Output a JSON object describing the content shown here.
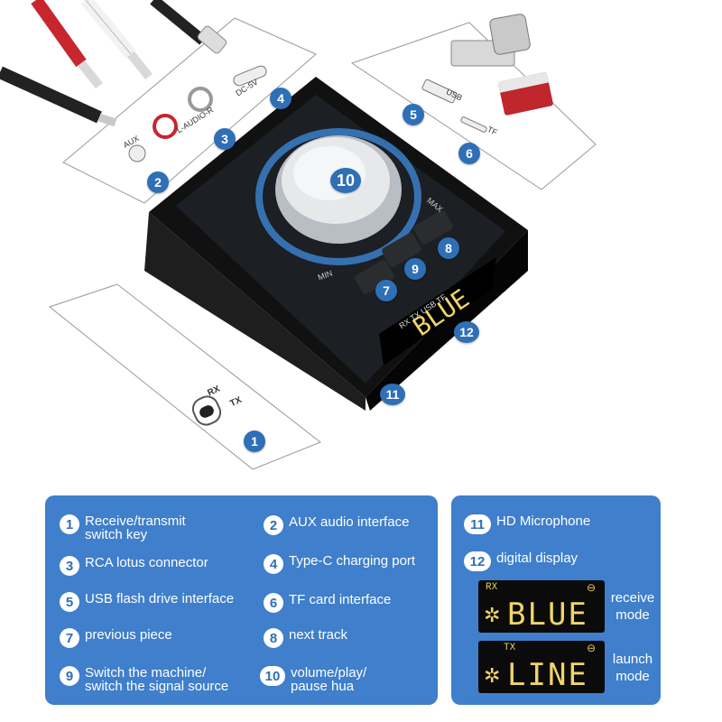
{
  "image_labels": {
    "aux": "AUX",
    "l_audio_r": "L-AUDIO-R",
    "dc5v": "DC-5V",
    "usb": "USB",
    "tf": "TF",
    "max": "MAX",
    "min": "MIN",
    "rx": "RX",
    "tx": "TX",
    "device_status": "RX TX USB TF",
    "device_display": "BLUE"
  },
  "callouts": [
    "1",
    "2",
    "3",
    "4",
    "5",
    "6",
    "7",
    "8",
    "9",
    "10",
    "11",
    "12"
  ],
  "legend_left": [
    {
      "num": "1",
      "text": "Receive/transmit\nswitch key"
    },
    {
      "num": "2",
      "text": "AUX audio interface"
    },
    {
      "num": "3",
      "text": "RCA lotus connector"
    },
    {
      "num": "4",
      "text": "Type-C charging port"
    },
    {
      "num": "5",
      "text": "USB flash drive interface"
    },
    {
      "num": "6",
      "text": "TF card interface"
    },
    {
      "num": "7",
      "text": "previous piece"
    },
    {
      "num": "8",
      "text": "next track"
    },
    {
      "num": "9",
      "text": "Switch the machine/\nswitch the signal source"
    },
    {
      "num": "10",
      "text": "volume/play/\npause hua"
    }
  ],
  "legend_right": [
    {
      "num": "11",
      "text": "HD Microphone"
    },
    {
      "num": "12",
      "text": "digital display"
    }
  ],
  "displays": [
    {
      "tag": "RX",
      "text": "BLUE",
      "mode": "receive\nmode"
    },
    {
      "tag": "TX",
      "text": "LINE",
      "mode": "launch\nmode"
    }
  ],
  "colors": {
    "panel": "#3f7fcb",
    "badge": "#2f6fb6",
    "lcd_text": "#f0d46a"
  }
}
